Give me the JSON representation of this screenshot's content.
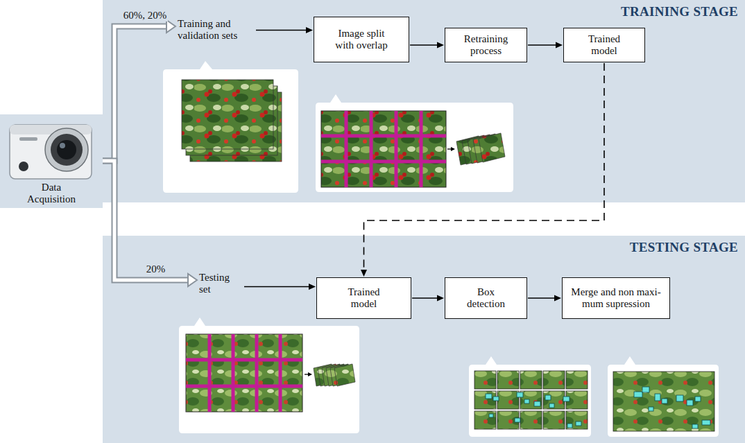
{
  "diagram": {
    "nodes": [
      {
        "text": [
          "Data Acquisition"
        ]
      },
      {
        "text": [
          "TRAINING STAGE"
        ]
      },
      {
        "text": [
          "Training and validation sets"
        ],
        "in": 1
      },
      {
        "text": [
          "Image split with overlap"
        ],
        "in": 1
      },
      {
        "text": [
          "Retraining process"
        ],
        "in": 1
      },
      {
        "text": [
          "Trained model"
        ],
        "in": 1
      },
      {
        "text": [
          "TESTING STAGE"
        ]
      },
      {
        "text": [
          "Testing set"
        ],
        "in": 6
      },
      {
        "text": [
          "Trained model"
        ],
        "in": 6
      },
      {
        "text": [
          "Box detection"
        ],
        "in": 6
      },
      {
        "text": [
          "Merge and non maxi- mum supression"
        ],
        "in": 6
      }
    ],
    "edges": [
      {
        "from": 0,
        "to": 2,
        "label": "60%, 20%",
        "arrow": "to"
      },
      {
        "from": 0,
        "to": 7,
        "label": "20%",
        "arrow": "to"
      },
      {
        "from": 2,
        "to": 3,
        "arrow": "to"
      },
      {
        "from": 3,
        "to": 4,
        "arrow": "to"
      },
      {
        "from": 4,
        "to": 5,
        "arrow": "to"
      },
      {
        "from": 5,
        "to": 8,
        "arrow": "to"
      },
      {
        "from": 7,
        "to": 8,
        "arrow": "to"
      },
      {
        "from": 8,
        "to": 9,
        "arrow": "to"
      },
      {
        "from": 9,
        "to": 10,
        "arrow": "to"
      }
    ]
  }
}
